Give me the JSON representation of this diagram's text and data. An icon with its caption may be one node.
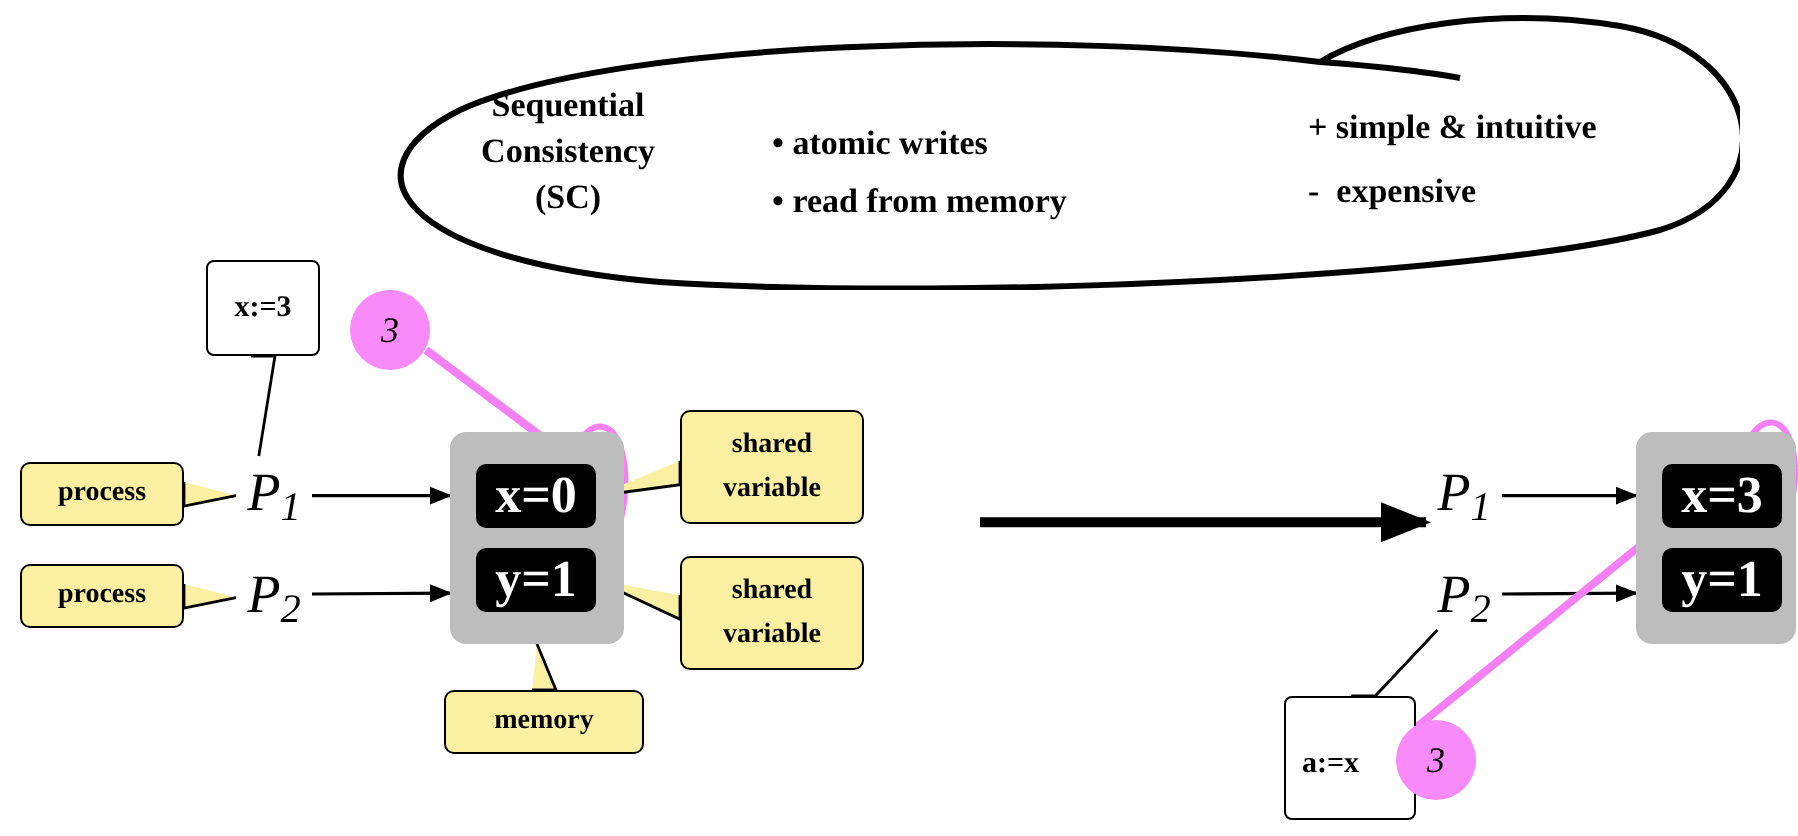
{
  "diagram": {
    "nodes": [
      {
        "text": [
          "Sequential Consistency (SC)",
          "• atomic writes",
          "• read from memory",
          "+ simple & intuitive",
          "-  expensive"
        ]
      },
      {
        "text": [
          "x:=3"
        ]
      },
      {
        "text": [
          "*3*"
        ]
      },
      {
        "text": [
          "process"
        ]
      },
      {
        "text": [
          "P$_{1}$"
        ]
      },
      {
        "text": [],
        "shape": "box"
      },
      {
        "text": [
          "x=0"
        ],
        "in": 5
      },
      {
        "text": [
          "y=1"
        ],
        "in": 5
      },
      {
        "text": [
          "shared variable"
        ]
      },
      {
        "text": [
          "process"
        ]
      },
      {
        "text": [
          "P$_{2}$"
        ]
      },
      {
        "text": [
          "shared variable"
        ]
      },
      {
        "text": [
          "memory"
        ]
      },
      {
        "text": [
          "P$_{1}$"
        ]
      },
      {
        "text": [],
        "shape": "box"
      },
      {
        "text": [
          "x=3"
        ],
        "in": 14
      },
      {
        "text": [
          "y=1"
        ],
        "in": 14
      },
      {
        "text": [
          "P$_{2}$"
        ]
      },
      {
        "text": [
          "a:=x"
        ]
      },
      {
        "text": [
          "*3*"
        ]
      }
    ],
    "edges": [
      {
        "from": 1,
        "to": 4,
        "arrow": "none"
      },
      {
        "from": 2,
        "to": 6,
        "arrow": "none",
        "color": "#f57ff5",
        "style": "thick"
      },
      {
        "from": 3,
        "to": 4,
        "arrow": "none"
      },
      {
        "from": 4,
        "to": 5,
        "arrow": "to"
      },
      {
        "from": 8,
        "to": 6,
        "arrow": "none"
      },
      {
        "from": 9,
        "to": 10,
        "arrow": "none"
      },
      {
        "from": 10,
        "to": 5,
        "arrow": "to"
      },
      {
        "from": 11,
        "to": 7,
        "arrow": "none"
      },
      {
        "from": 12,
        "to": 5,
        "arrow": "none"
      },
      {
        "from": null,
        "to": 13,
        "arrow": "to",
        "style": "thick"
      },
      {
        "from": 13,
        "to": 14,
        "arrow": "to"
      },
      {
        "from": 17,
        "to": 14,
        "arrow": "to"
      },
      {
        "from": 18,
        "to": 17,
        "arrow": "none"
      },
      {
        "from": 19,
        "to": 15,
        "arrow": "none",
        "color": "#f57ff5",
        "style": "thick"
      }
    ]
  }
}
